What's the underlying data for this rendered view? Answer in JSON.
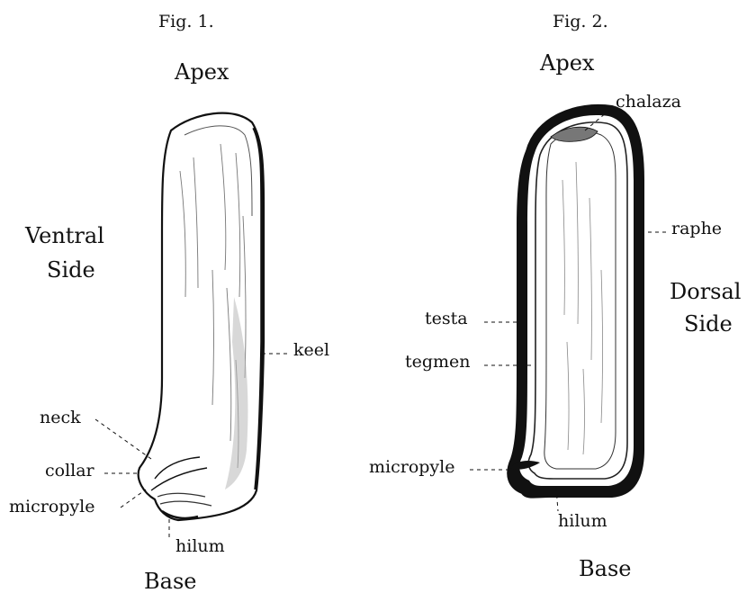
{
  "figure_1": {
    "caption": "Fig. 1.",
    "apex": "Apex",
    "base": "Base",
    "side_line1": "Ventral",
    "side_line2": "Side",
    "labels": {
      "keel": "keel",
      "neck": "neck",
      "collar": "collar",
      "micropyle": "micropyle",
      "hilum": "hilum"
    }
  },
  "figure_2": {
    "caption": "Fig. 2.",
    "apex": "Apex",
    "base": "Base",
    "side_line1": "Dorsal",
    "side_line2": "Side",
    "labels": {
      "chalaza": "chalaza",
      "raphe": "raphe",
      "testa": "testa",
      "tegmen": "tegmen",
      "micropyle": "micropyle",
      "hilum": "hilum"
    }
  },
  "colors": {
    "ink": "#111111",
    "paper": "#ffffff",
    "shade": "#b8b8b8"
  }
}
